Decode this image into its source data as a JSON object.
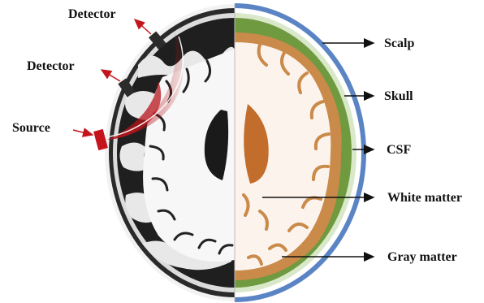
{
  "labels": {
    "detector_top": "Detector",
    "detector_mid": "Detector",
    "source": "Source",
    "scalp": "Scalp",
    "skull": "Skull",
    "csf": "CSF",
    "white_matter": "White matter",
    "gray_matter": "Gray matter"
  },
  "colors": {
    "scalp_blue": "#5b84c4",
    "gray_matter_green": "#6f9a3f",
    "white_matter_orange": "#c98a4a",
    "ventricle_orange": "#c36d2d",
    "light_path_red": "#c4151c",
    "probe_dark": "#2b2b2b",
    "mri_dark": "#1b1b1b",
    "mri_light": "#e6e6e6"
  }
}
